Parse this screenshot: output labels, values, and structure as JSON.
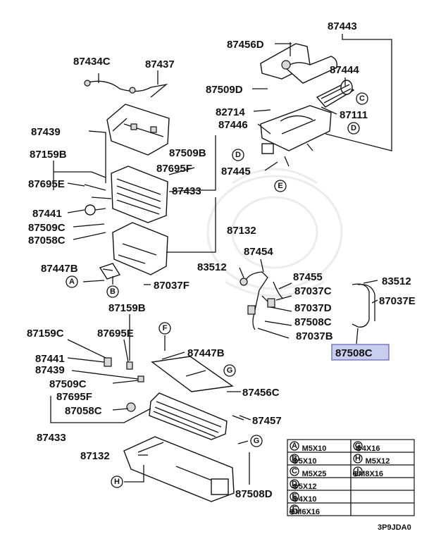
{
  "highlight_part": "87508C",
  "figure_code": "3P9JDA0",
  "labels": [
    {
      "id": "l1",
      "text": "87443"
    },
    {
      "id": "l2",
      "text": "87456D"
    },
    {
      "id": "l3",
      "text": "87444"
    },
    {
      "id": "l4",
      "text": "87509D"
    },
    {
      "id": "l5",
      "text": "82714"
    },
    {
      "id": "l6",
      "text": "87111"
    },
    {
      "id": "l7",
      "text": "87446"
    },
    {
      "id": "l8",
      "text": "87445"
    },
    {
      "id": "l9",
      "text": "87434C"
    },
    {
      "id": "l10",
      "text": "87437"
    },
    {
      "id": "l11",
      "text": "87439"
    },
    {
      "id": "l12",
      "text": "87509B"
    },
    {
      "id": "l13",
      "text": "87159B"
    },
    {
      "id": "l14",
      "text": "87695F"
    },
    {
      "id": "l15",
      "text": "87695E"
    },
    {
      "id": "l16",
      "text": "87433"
    },
    {
      "id": "l17",
      "text": "87441"
    },
    {
      "id": "l18",
      "text": "87509C"
    },
    {
      "id": "l19",
      "text": "87058C"
    },
    {
      "id": "l20",
      "text": "87132"
    },
    {
      "id": "l21",
      "text": "87447B"
    },
    {
      "id": "l22",
      "text": "87037F"
    },
    {
      "id": "l23",
      "text": "87454"
    },
    {
      "id": "l24",
      "text": "83512"
    },
    {
      "id": "l25",
      "text": "87455"
    },
    {
      "id": "l26",
      "text": "87037C"
    },
    {
      "id": "l27",
      "text": "87037D"
    },
    {
      "id": "l28",
      "text": "87508C"
    },
    {
      "id": "l29",
      "text": "87037B"
    },
    {
      "id": "l30",
      "text": "83512"
    },
    {
      "id": "l31",
      "text": "87037E"
    },
    {
      "id": "l32",
      "text": "87508C"
    },
    {
      "id": "l33",
      "text": "87159B"
    },
    {
      "id": "l34",
      "text": "87159C"
    },
    {
      "id": "l35",
      "text": "87695E"
    },
    {
      "id": "l36",
      "text": "87441"
    },
    {
      "id": "l37",
      "text": "87447B"
    },
    {
      "id": "l38",
      "text": "87439"
    },
    {
      "id": "l39",
      "text": "87509C"
    },
    {
      "id": "l40",
      "text": "87456C"
    },
    {
      "id": "l41",
      "text": "87695F"
    },
    {
      "id": "l42",
      "text": "87058C"
    },
    {
      "id": "l43",
      "text": "87457"
    },
    {
      "id": "l44",
      "text": "87433"
    },
    {
      "id": "l45",
      "text": "87132"
    },
    {
      "id": "l46",
      "text": "87508D"
    }
  ],
  "callouts": [
    {
      "id": "c1",
      "letter": "C"
    },
    {
      "id": "c2",
      "letter": "D"
    },
    {
      "id": "c3",
      "letter": "D"
    },
    {
      "id": "c4",
      "letter": "E"
    },
    {
      "id": "c5",
      "letter": "A"
    },
    {
      "id": "c6",
      "letter": "B"
    },
    {
      "id": "c7",
      "letter": "F"
    },
    {
      "id": "c8",
      "letter": "G"
    },
    {
      "id": "c9",
      "letter": "G"
    },
    {
      "id": "c10",
      "letter": "H"
    }
  ],
  "legend": [
    {
      "key": "A",
      "spec": "M5X10"
    },
    {
      "key": "B",
      "spec": "⊛5X10"
    },
    {
      "key": "C",
      "spec": "M5X25"
    },
    {
      "key": "D",
      "spec": "⊛5X12"
    },
    {
      "key": "E",
      "spec": "⊛4X10"
    },
    {
      "key": "F",
      "spec": "⊕M6X16"
    },
    {
      "key": "G",
      "spec": "⊛4X16"
    },
    {
      "key": "H",
      "spec": "M5X12"
    },
    {
      "key": "I",
      "spec": "⊕M8X16"
    }
  ]
}
